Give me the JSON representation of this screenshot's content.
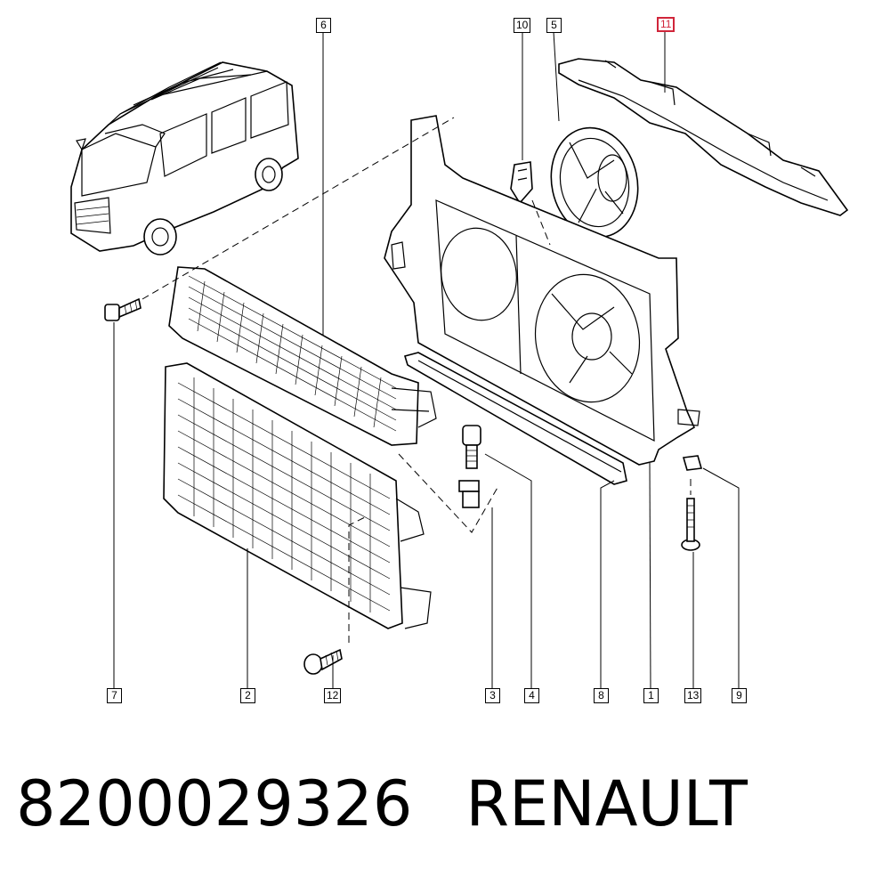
{
  "diagram": {
    "callouts": [
      {
        "id": "c6",
        "label": "6"
      },
      {
        "id": "c10",
        "label": "10"
      },
      {
        "id": "c5",
        "label": "5"
      },
      {
        "id": "c11",
        "label": "11",
        "highlighted": true
      },
      {
        "id": "c7",
        "label": "7"
      },
      {
        "id": "c2",
        "label": "2"
      },
      {
        "id": "c12",
        "label": "12"
      },
      {
        "id": "c3",
        "label": "3"
      },
      {
        "id": "c4",
        "label": "4"
      },
      {
        "id": "c8",
        "label": "8"
      },
      {
        "id": "c1",
        "label": "1"
      },
      {
        "id": "c13",
        "label": "13"
      },
      {
        "id": "c9",
        "label": "9"
      }
    ],
    "highlight_color": "#d0253a"
  },
  "caption": {
    "part_number": "8200029326",
    "brand": "RENAULT"
  }
}
